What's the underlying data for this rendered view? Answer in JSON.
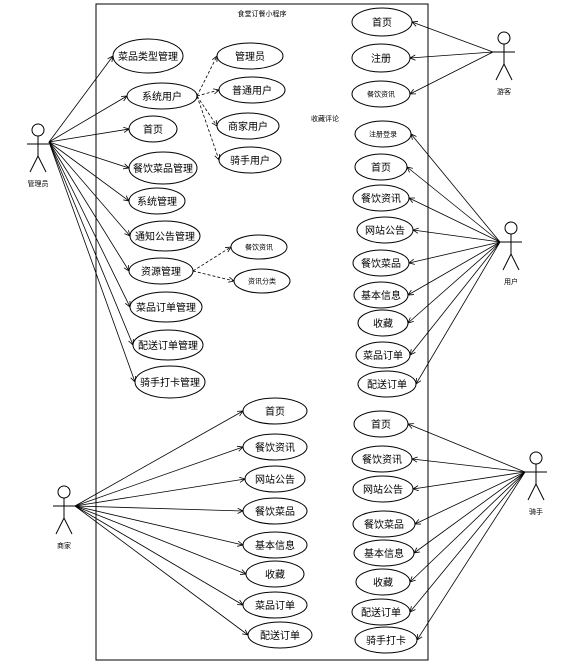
{
  "title": "食堂订餐小程序",
  "actors": {
    "admin": "管理员",
    "guest": "游客",
    "user": "用户",
    "merchant": "商家",
    "rider": "骑手"
  },
  "admin_cases": [
    "菜品类型管理",
    "系统用户",
    "首页",
    "餐饮菜品管理",
    "系统管理",
    "通知公告管理",
    "资源管理",
    "菜品订单管理",
    "配送订单管理",
    "骑手打卡管理"
  ],
  "system_user_sub": [
    "管理员",
    "普通用户",
    "商家用户",
    "骑手用户"
  ],
  "resource_sub": [
    "餐饮资讯",
    "资讯分类"
  ],
  "guest_cases": [
    "首页",
    "注册",
    "餐饮资讯"
  ],
  "collect_comment": "收藏评论",
  "user_cases": [
    "注册登录",
    "首页",
    "餐饮资讯",
    "网站公告",
    "餐饮菜品",
    "基本信息",
    "收藏",
    "菜品订单",
    "配送订单"
  ],
  "merchant_cases": [
    "首页",
    "餐饮资讯",
    "网站公告",
    "餐饮菜品",
    "基本信息",
    "收藏",
    "菜品订单",
    "配送订单"
  ],
  "rider_cases": [
    "首页",
    "餐饮资讯",
    "网站公告",
    "餐饮菜品",
    "基本信息",
    "收藏",
    "配送订单",
    "骑手打卡"
  ]
}
